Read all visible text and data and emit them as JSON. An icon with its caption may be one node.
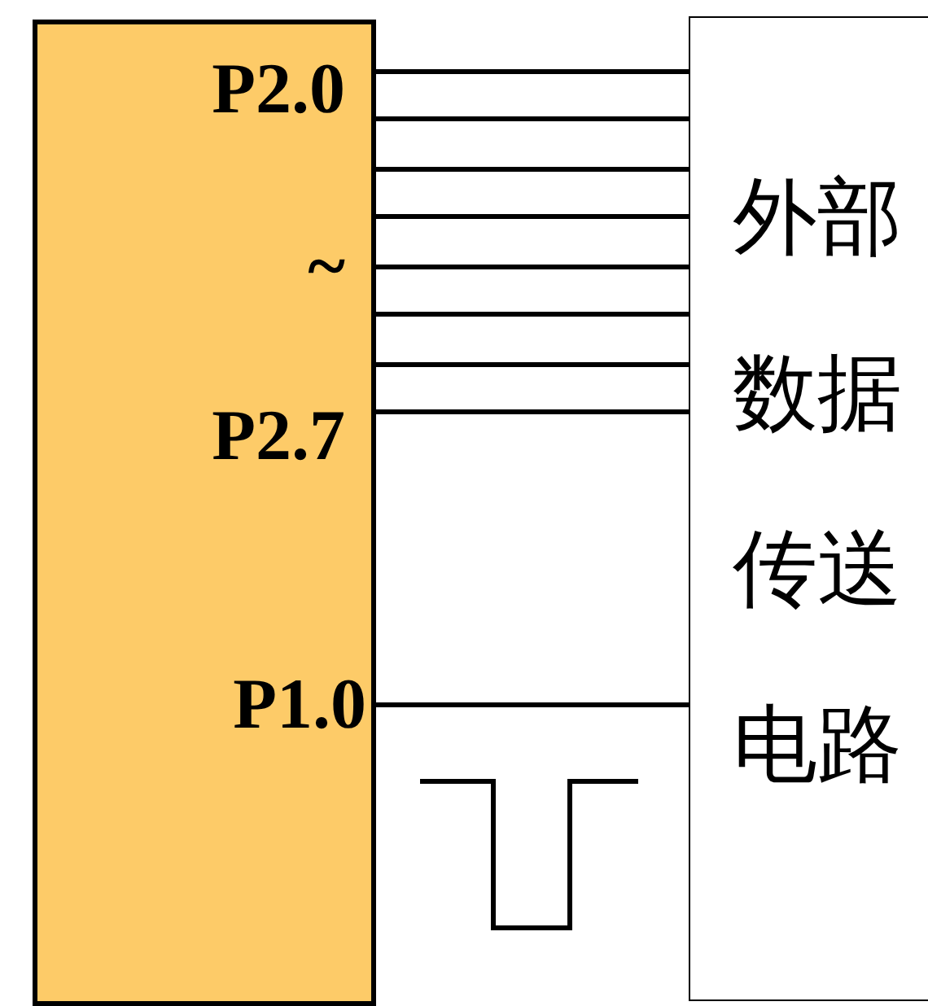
{
  "diagram": {
    "nodes": [
      {
        "text": [],
        "shape": "box"
      },
      {
        "text": [
          "外部数据传送电路"
        ]
      }
    ],
    "edges": [
      {
        "from": 0,
        "to": 1,
        "arrow": "none"
      },
      {
        "from": 0,
        "to": 1,
        "arrow": "none"
      },
      {
        "from": 0,
        "to": 1,
        "arrow": "none"
      },
      {
        "from": 0,
        "to": 1,
        "arrow": "none"
      },
      {
        "from": 0,
        "to": 1,
        "arrow": "none"
      },
      {
        "from": 0,
        "to": 1,
        "arrow": "none"
      },
      {
        "from": 0,
        "to": 1,
        "arrow": "none"
      },
      {
        "from": 0,
        "to": 1,
        "arrow": "none"
      },
      {
        "from": 0,
        "to": 1,
        "arrow": "none"
      }
    ],
    "labels": [
      "P2.0",
      "~",
      "P2.7",
      "P1.0"
    ]
  }
}
